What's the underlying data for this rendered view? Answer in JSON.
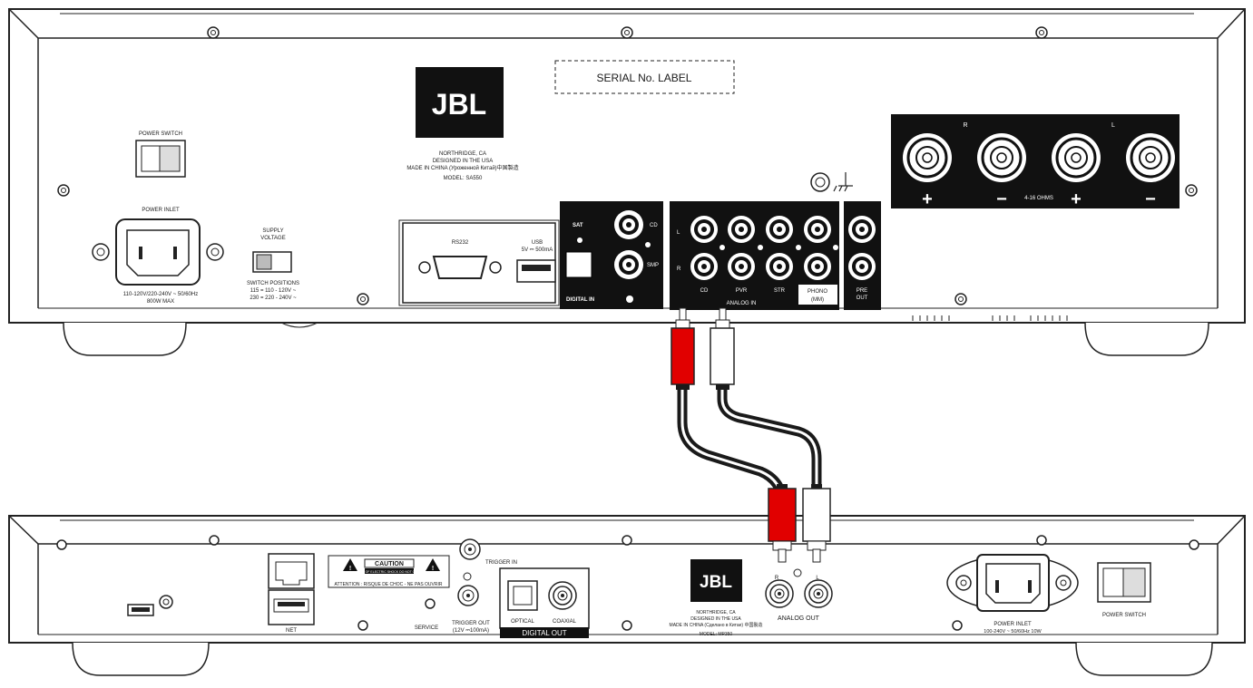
{
  "amp": {
    "brand": "JBL",
    "serial_label": "SERIAL No. LABEL",
    "address": "NORTHRIDGE, CA",
    "designed": "DESIGNED IN THE USA",
    "made": "MADE IN CHINA (Уроженной Китай)中国製造",
    "model": "MODEL: SA550",
    "power_switch": "POWER SWITCH",
    "power_inlet": "POWER INLET",
    "power_rating_1": "110-120V/220-240V ~ 50/60Hz",
    "power_rating_2": "800W MAX",
    "supply_voltage_1": "SUPPLY",
    "supply_voltage_2": "VOLTAGE",
    "switch_positions": "SWITCH POSITIONS",
    "switch_pos_1": "115 = 110 - 120V ~",
    "switch_pos_2": "230 = 220 - 240V ~",
    "rs232": "RS232",
    "usb": "USB",
    "usb_rating": "5V ⎓ 500mA",
    "sat": "SAT",
    "cd": "CD",
    "smp": "SMP",
    "digital_in": "DIGITAL IN",
    "analog_l": "L",
    "analog_r": "R",
    "in_cd": "CD",
    "in_pvr": "PVR",
    "in_str": "STR",
    "phono": "PHONO",
    "phono_mm": "(MM)",
    "analog_in": "ANALOG   IN",
    "pre": "PRE",
    "out": "OUT",
    "spk_r": "R",
    "spk_l": "L",
    "ohms": "4-16 OHMS",
    "plus": "+",
    "minus": "−"
  },
  "streamer": {
    "brand": "JBL",
    "caution": "CAUTION",
    "caution_sub": "RISK OF ELECTRIC SHOCK DO NOT OPEN",
    "attention": "ATTENTION : RISQUE DE CHOC - NE PAS OUVRIR",
    "net": "NET",
    "service": "SERVICE",
    "trigger_in": "TRIGGER IN",
    "trigger_out_1": "TRIGGER OUT",
    "trigger_out_2": "(12V ⎓100mA)",
    "optical": "OPTICAL",
    "coaxial": "COAXIAL",
    "digital_out": "DIGITAL OUT",
    "address": "NORTHRIDGE, CA",
    "designed": "DESIGNED IN THE USA",
    "made": "MADE IN CHINA (Сделано в Китае) 中国製造",
    "model": "MODEL: MP350",
    "out_r": "R",
    "out_l": "L",
    "analog_out": "ANALOG OUT",
    "power_inlet": "POWER INLET",
    "power_rating": "100-240V ~ 50/60Hz 10W",
    "power_switch": "POWER SWITCH"
  },
  "cable": {
    "red": "#e10000",
    "white": "#ffffff",
    "wire": "#1a1a1a"
  }
}
